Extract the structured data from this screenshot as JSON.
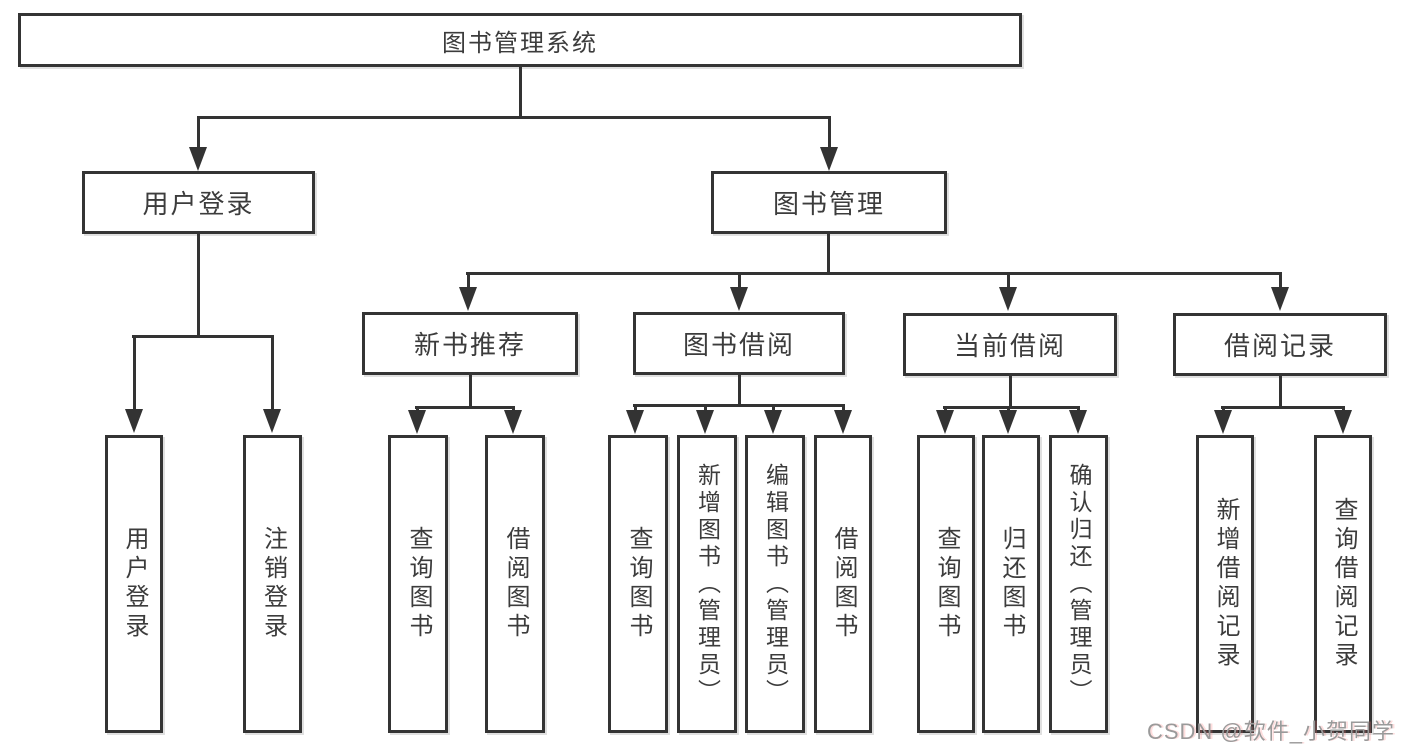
{
  "diagram": {
    "root": {
      "label": "图书管理系统"
    },
    "level2": [
      {
        "label": "用户登录"
      },
      {
        "label": "图书管理"
      }
    ],
    "level3": [
      {
        "label": "新书推荐"
      },
      {
        "label": "图书借阅"
      },
      {
        "label": "当前借阅"
      },
      {
        "label": "借阅记录"
      }
    ],
    "leaves": {
      "user_login": [
        "用户登录",
        "注销登录"
      ],
      "new_book_recommend": [
        "查询图书",
        "借阅图书"
      ],
      "book_borrow": [
        "查询图书",
        "新增图书（管理员）",
        "编辑图书（管理员）",
        "借阅图书"
      ],
      "current_borrow": [
        "查询图书",
        "归还图书",
        "确认归还（管理员）"
      ],
      "borrow_records": [
        "新增借阅记录",
        "查询借阅记录"
      ]
    }
  },
  "watermark": {
    "text": "CSDN @软件_小贺同学"
  },
  "colors": {
    "line": "#333333",
    "border": "#343434",
    "text": "#3c3c3c",
    "background": "#ffffff",
    "watermark": "#9a9a9a"
  }
}
